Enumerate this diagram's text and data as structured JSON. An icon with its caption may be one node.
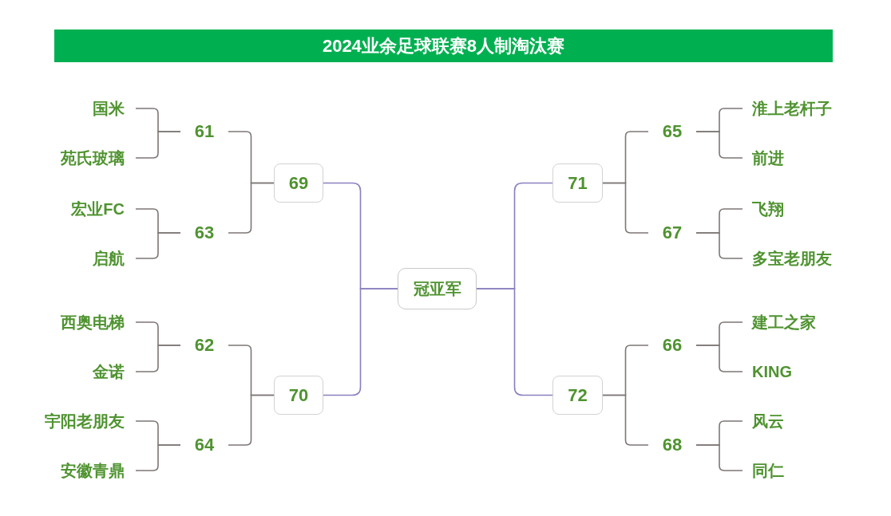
{
  "diagram": {
    "title": "2024业余足球联赛8人制淘汰赛",
    "nodes": [
      {
        "text": [
          "冠亚军"
        ]
      },
      {
        "text": [
          "69"
        ]
      },
      {
        "text": [
          "61"
        ]
      },
      {
        "text": [
          "国米"
        ]
      },
      {
        "text": [
          "苑氏玻璃"
        ]
      },
      {
        "text": [
          "63"
        ]
      },
      {
        "text": [
          "宏业FC"
        ]
      },
      {
        "text": [
          "启航"
        ]
      },
      {
        "text": [
          "70"
        ]
      },
      {
        "text": [
          "62"
        ]
      },
      {
        "text": [
          "西奥电梯"
        ]
      },
      {
        "text": [
          "金诺"
        ]
      },
      {
        "text": [
          "64"
        ]
      },
      {
        "text": [
          "宇阳老朋友"
        ]
      },
      {
        "text": [
          "安徽青鼎"
        ]
      },
      {
        "text": [
          "71"
        ]
      },
      {
        "text": [
          "65"
        ]
      },
      {
        "text": [
          "淮上老杆子"
        ]
      },
      {
        "text": [
          "前进"
        ]
      },
      {
        "text": [
          "67"
        ]
      },
      {
        "text": [
          "飞翔"
        ]
      },
      {
        "text": [
          "多宝老朋友"
        ]
      },
      {
        "text": [
          "72"
        ]
      },
      {
        "text": [
          "66"
        ]
      },
      {
        "text": [
          "建工之家"
        ]
      },
      {
        "text": [
          "KING"
        ]
      },
      {
        "text": [
          "68"
        ]
      },
      {
        "text": [
          "风云"
        ]
      },
      {
        "text": [
          "同仁"
        ]
      }
    ],
    "edges": [
      {
        "from": 0,
        "to": 1,
        "arrow": "none",
        "color": "#8a7fc0"
      },
      {
        "from": 1,
        "to": 2,
        "arrow": "none"
      },
      {
        "from": 2,
        "to": 3,
        "arrow": "none"
      },
      {
        "from": 2,
        "to": 4,
        "arrow": "none"
      },
      {
        "from": 1,
        "to": 5,
        "arrow": "none"
      },
      {
        "from": 5,
        "to": 6,
        "arrow": "none"
      },
      {
        "from": 5,
        "to": 7,
        "arrow": "none"
      },
      {
        "from": 0,
        "to": 8,
        "arrow": "none",
        "color": "#8a7fc0"
      },
      {
        "from": 8,
        "to": 9,
        "arrow": "none"
      },
      {
        "from": 9,
        "to": 10,
        "arrow": "none"
      },
      {
        "from": 9,
        "to": 11,
        "arrow": "none"
      },
      {
        "from": 8,
        "to": 12,
        "arrow": "none"
      },
      {
        "from": 12,
        "to": 13,
        "arrow": "none"
      },
      {
        "from": 12,
        "to": 14,
        "arrow": "none"
      },
      {
        "from": 0,
        "to": 15,
        "arrow": "none",
        "color": "#8a7fc0"
      },
      {
        "from": 15,
        "to": 16,
        "arrow": "none"
      },
      {
        "from": 16,
        "to": 17,
        "arrow": "none"
      },
      {
        "from": 16,
        "to": 18,
        "arrow": "none"
      },
      {
        "from": 15,
        "to": 19,
        "arrow": "none"
      },
      {
        "from": 19,
        "to": 20,
        "arrow": "none"
      },
      {
        "from": 19,
        "to": 21,
        "arrow": "none"
      },
      {
        "from": 0,
        "to": 22,
        "arrow": "none",
        "color": "#8a7fc0"
      },
      {
        "from": 22,
        "to": 23,
        "arrow": "none"
      },
      {
        "from": 23,
        "to": 24,
        "arrow": "none"
      },
      {
        "from": 23,
        "to": 25,
        "arrow": "none"
      },
      {
        "from": 22,
        "to": 26,
        "arrow": "none"
      },
      {
        "from": 26,
        "to": 27,
        "arrow": "none"
      },
      {
        "from": 26,
        "to": 28,
        "arrow": "none"
      }
    ]
  }
}
